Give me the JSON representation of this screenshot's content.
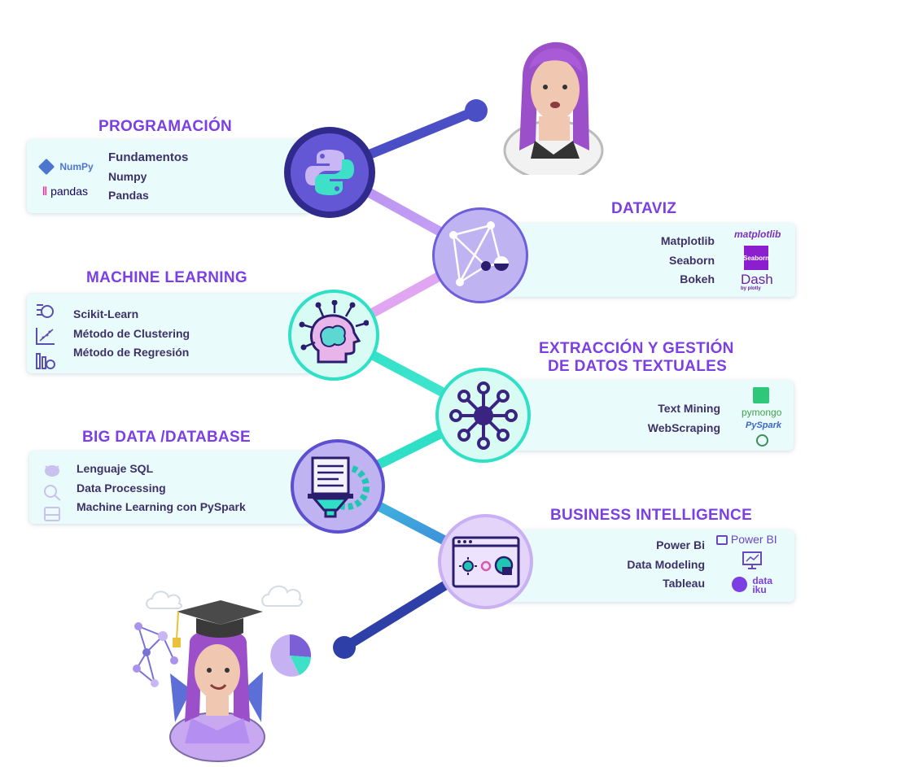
{
  "sections": {
    "programacion": {
      "title": "PROGRAMACIÓN",
      "items": [
        "Fundamentos",
        "Numpy",
        "Pandas"
      ],
      "logos": [
        "NumPy",
        "pandas"
      ]
    },
    "dataviz": {
      "title": "DATAVIZ",
      "items": [
        "Matplotlib",
        "Seaborn",
        "Bokeh"
      ],
      "logos": [
        "matplotlib",
        "Seaborn",
        "Dash",
        "by plotly"
      ]
    },
    "machine_learning": {
      "title": "MACHINE LEARNING",
      "items": [
        "Scikit-Learn",
        "Método de Clustering",
        "Método de Regresión"
      ]
    },
    "extraccion": {
      "title_line1": "EXTRACCIÓN Y GESTIÓN",
      "title_line2": "DE DATOS TEXTUALES",
      "items": [
        "Text Mining",
        "WebScraping"
      ],
      "logos": [
        "pymongo",
        "PySpark"
      ]
    },
    "big_data": {
      "title": "BIG DATA /DATABASE",
      "items": [
        "Lenguaje SQL",
        "Data Processing",
        "Machine Learning con PySpark"
      ]
    },
    "business_intelligence": {
      "title": "BUSINESS INTELLIGENCE",
      "items": [
        "Power Bi",
        "Data Modeling",
        "Tableau"
      ],
      "logos": [
        "Power BI",
        "data",
        "iku"
      ]
    }
  },
  "colors": {
    "title": "#7b3fe4",
    "card": "#eafbfb",
    "text": "#3d3268",
    "path_blue": "#4b4fc6",
    "path_violet": "#b98ff0",
    "path_teal": "#2fe0c6",
    "node_blue": "#6357d6",
    "node_lilac": "#c9b6f5",
    "node_teal": "#d8fbf4",
    "hair": "#9b4fc8"
  },
  "icons": [
    "python-icon",
    "network-graph-icon",
    "brain-icon",
    "hub-network-icon",
    "database-gear-icon",
    "dashboard-window-icon",
    "graduate-avatar-icon",
    "woman-avatar-icon",
    "pie-chart-icon",
    "cloud-icon"
  ]
}
